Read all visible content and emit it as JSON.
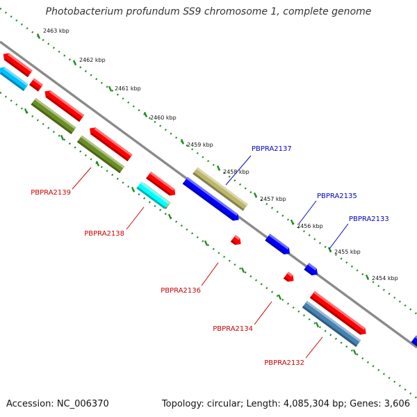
{
  "title": "Photobacterium profundum SS9 chromosome 1, complete genome",
  "accession_text": "Accession: NC_006370",
  "summary_text": "Topology: circular; Length: 4,085,304 bp; Genes: 3,606",
  "colors": {
    "backbone": "#8a8a8a",
    "tick_dots": "#228b22",
    "forward_label": "#0000cc",
    "reverse_label": "#cc0000",
    "red": "#ff0000",
    "blue": "#0000ff",
    "olive": "#6b8e23",
    "khaki": "#bdb76b",
    "cyan": "#00ffff",
    "skyblue": "#00bfff",
    "steelblue": "#4682b4"
  },
  "ticks": [
    {
      "label": "2463 kbp"
    },
    {
      "label": "2462 kbp"
    },
    {
      "label": "2461 kbp"
    },
    {
      "label": "2460 kbp"
    },
    {
      "label": "2459 kbp"
    },
    {
      "label": "2458 kbp"
    },
    {
      "label": "2457 kbp"
    },
    {
      "label": "2456 kbp"
    },
    {
      "label": "2455 kbp"
    },
    {
      "label": "2454 kbp"
    }
  ],
  "gene_labels": [
    {
      "name": "PBPRA2137",
      "strand": "forward"
    },
    {
      "name": "PBPRA2135",
      "strand": "forward"
    },
    {
      "name": "PBPRA2133",
      "strand": "forward"
    },
    {
      "name": "PBPRA2139",
      "strand": "reverse"
    },
    {
      "name": "PBPRA2138",
      "strand": "reverse"
    },
    {
      "name": "PBPRA2136",
      "strand": "reverse"
    },
    {
      "name": "PBPRA2134",
      "strand": "reverse"
    },
    {
      "name": "PBPRA2132",
      "strand": "reverse"
    }
  ]
}
